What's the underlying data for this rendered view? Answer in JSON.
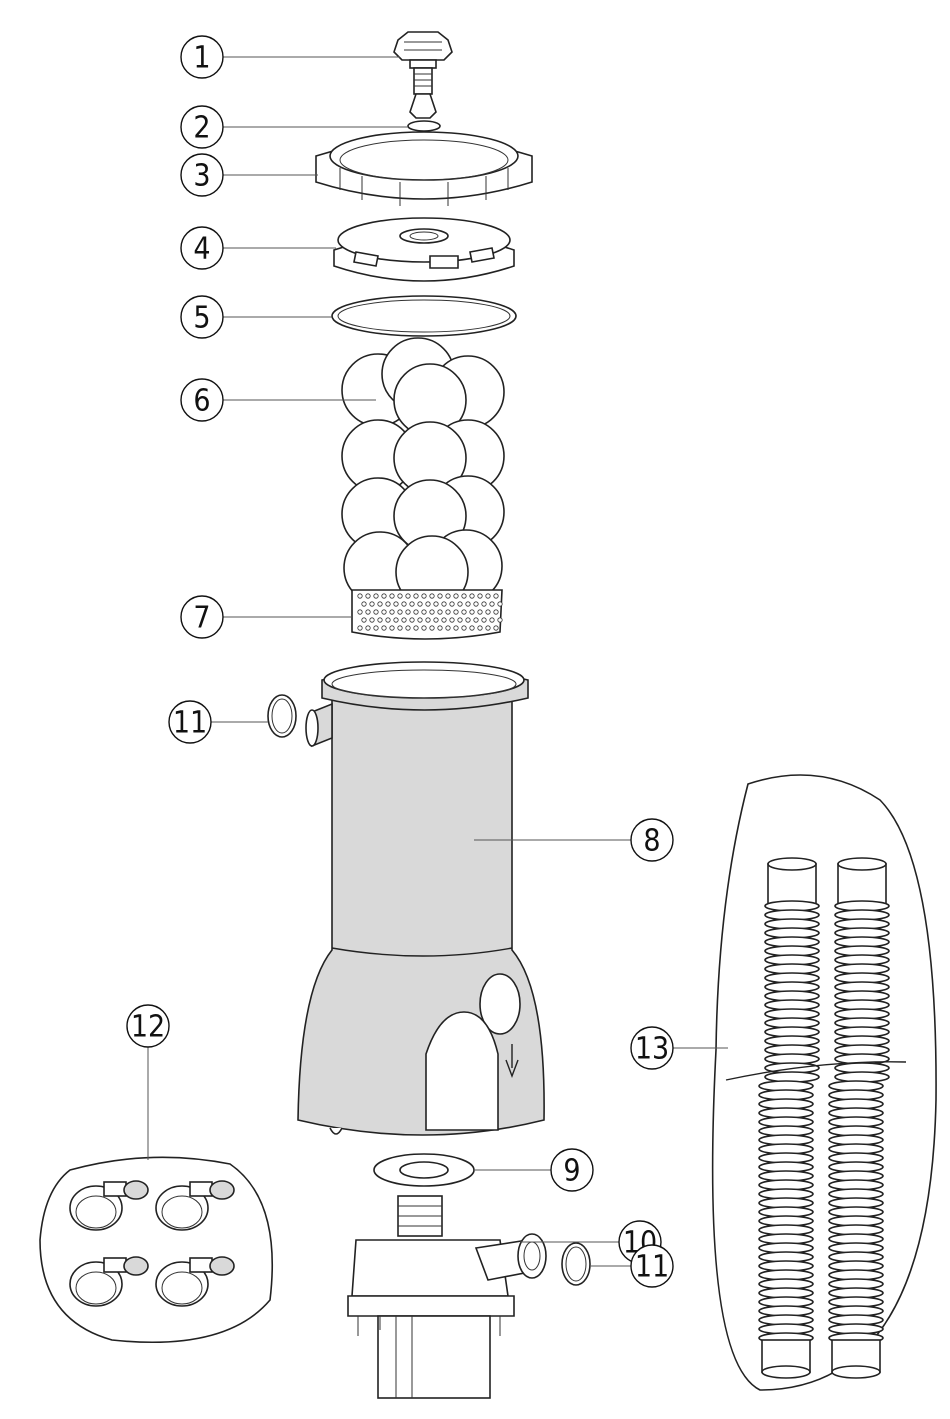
{
  "diagram": {
    "callouts": [
      {
        "id": "c1",
        "label": "1"
      },
      {
        "id": "c2",
        "label": "2"
      },
      {
        "id": "c3",
        "label": "3"
      },
      {
        "id": "c4",
        "label": "4"
      },
      {
        "id": "c5",
        "label": "5"
      },
      {
        "id": "c6",
        "label": "6"
      },
      {
        "id": "c7",
        "label": "7"
      },
      {
        "id": "c11a",
        "label": "11"
      },
      {
        "id": "c8",
        "label": "8"
      },
      {
        "id": "c12",
        "label": "12"
      },
      {
        "id": "c13",
        "label": "13"
      },
      {
        "id": "c9",
        "label": "9"
      },
      {
        "id": "c10",
        "label": "10"
      },
      {
        "id": "c11b",
        "label": "11"
      }
    ]
  },
  "colors": {
    "line": "#222222",
    "background": "#ffffff",
    "housing_fill": "#d9d9d9"
  }
}
